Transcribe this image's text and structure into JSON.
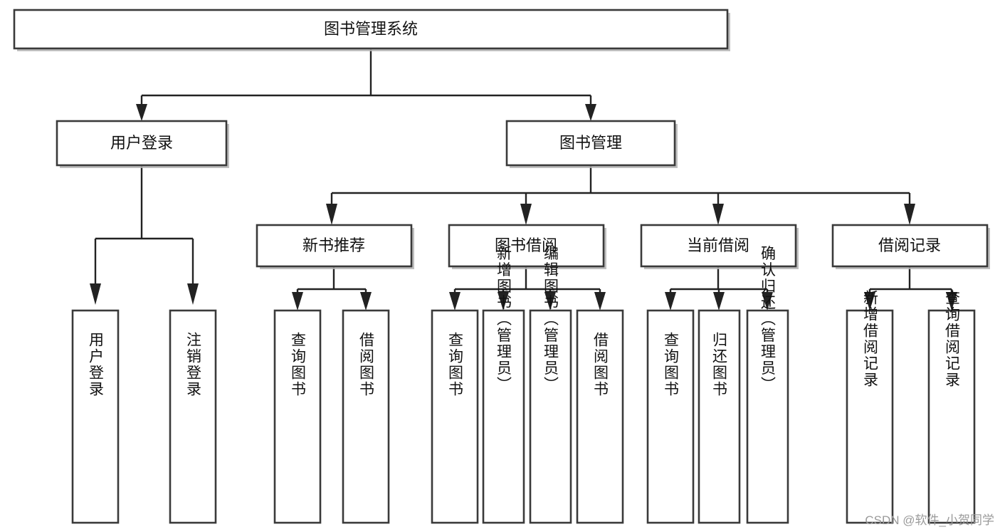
{
  "diagram": {
    "type": "tree-hierarchy",
    "title": "图书管理系统",
    "orientation": "top-down",
    "colors": {
      "box_stroke": "#3a3a3a",
      "box_fill": "#ffffff",
      "link": "#222222",
      "shadow": "#b4b4b4",
      "text": "#111111",
      "watermark": "#9a9a9a",
      "background": "#ffffff"
    },
    "root": {
      "id": "root",
      "label": "图书管理系统"
    },
    "level2": [
      {
        "id": "user-login",
        "label": "用户登录"
      },
      {
        "id": "book-management",
        "label": "图书管理"
      }
    ],
    "level3": [
      {
        "id": "new-book-recommend",
        "label": "新书推荐",
        "parent": "book-management"
      },
      {
        "id": "book-borrow",
        "label": "图书借阅",
        "parent": "book-management"
      },
      {
        "id": "current-borrow",
        "label": "当前借阅",
        "parent": "book-management"
      },
      {
        "id": "borrow-record",
        "label": "借阅记录",
        "parent": "book-management"
      }
    ],
    "leaves": {
      "user-login": [
        {
          "id": "leaf-user-login",
          "label": "用户登录"
        },
        {
          "id": "leaf-user-logout",
          "label": "注销登录"
        }
      ],
      "new-book-recommend": [
        {
          "id": "leaf-query-book-1",
          "label": "查询图书"
        },
        {
          "id": "leaf-borrow-book-1",
          "label": "借阅图书"
        }
      ],
      "book-borrow": [
        {
          "id": "leaf-query-book-2",
          "label": "查询图书"
        },
        {
          "id": "leaf-add-book",
          "label": "新增图书（管理员）"
        },
        {
          "id": "leaf-edit-book",
          "label": "编辑图书（管理员）"
        },
        {
          "id": "leaf-borrow-book-2",
          "label": "借阅图书"
        }
      ],
      "current-borrow": [
        {
          "id": "leaf-query-book-3",
          "label": "查询图书"
        },
        {
          "id": "leaf-return-book",
          "label": "归还图书"
        },
        {
          "id": "leaf-confirm-return",
          "label": "确认归还（管理员）"
        }
      ],
      "borrow-record": [
        {
          "id": "leaf-add-record",
          "label": "新增借阅记录"
        },
        {
          "id": "leaf-query-record",
          "label": "查询借阅记录"
        }
      ]
    }
  },
  "watermark": {
    "text": "CSDN @软件_小贺同学"
  }
}
